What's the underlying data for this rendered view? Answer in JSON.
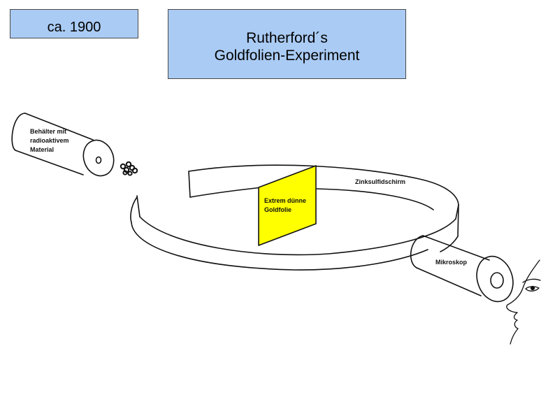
{
  "header": {
    "date": "ca. 1900",
    "title_line1": "Rutherford´s",
    "title_line2": "Goldfolien-Experiment"
  },
  "diagram": {
    "source_label_1": "Behälter mit",
    "source_label_2": "radioaktivem",
    "source_label_3": "Material",
    "screen_label": "Zinksulfidschirm",
    "foil_label_1": "Extrem dünne",
    "foil_label_2": "Goldfolie",
    "microscope_label": "Mikroskop",
    "colors": {
      "box_fill": "#aacbf4",
      "foil": "#ffff00",
      "ink": "#111111"
    }
  }
}
